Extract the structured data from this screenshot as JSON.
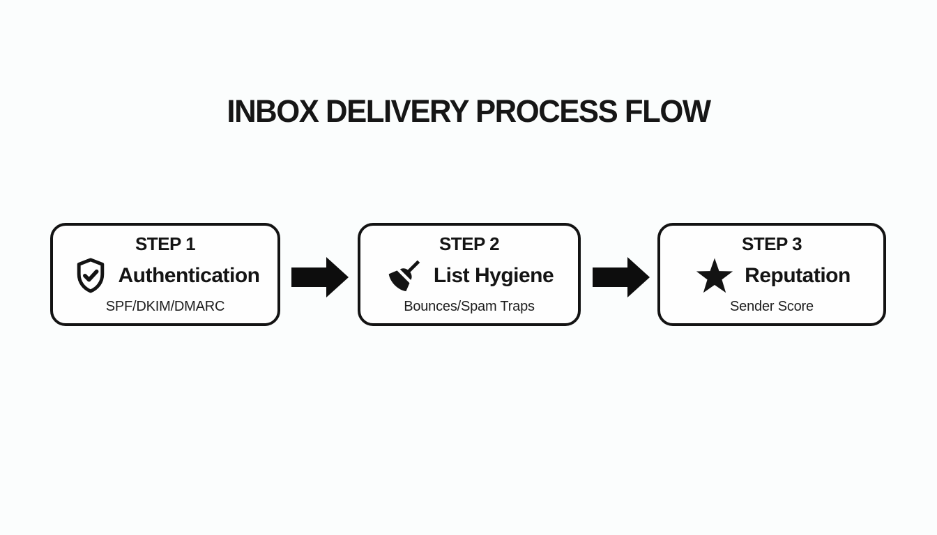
{
  "page": {
    "background_color": "#fbfdfd",
    "ink_color": "#131313"
  },
  "title": "INBOX DELIVERY PROCESS FLOW",
  "flow": {
    "connector": "solid-right-arrow",
    "steps": [
      {
        "step_label": "STEP 1",
        "title": "Authentication",
        "subtitle": "SPF/DKIM/DMARC",
        "icon": "shield-check-icon"
      },
      {
        "step_label": "STEP 2",
        "title": "List Hygiene",
        "subtitle": "Bounces/Spam Traps",
        "icon": "broom-icon"
      },
      {
        "step_label": "STEP 3",
        "title": "Reputation",
        "subtitle": "Sender Score",
        "icon": "star-icon"
      }
    ]
  }
}
